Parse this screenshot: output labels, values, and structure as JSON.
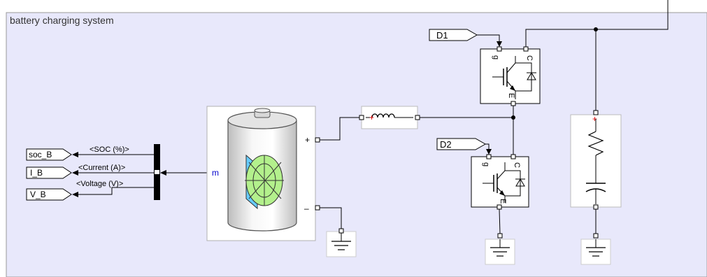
{
  "subsystem": {
    "title": "battery charging system"
  },
  "goto_tags": {
    "soc": "soc_B",
    "current": "I_B",
    "voltage": "V_B"
  },
  "from_tags": {
    "d1": "D1",
    "d2": "D2"
  },
  "bus_selector": {
    "soc_signal": "<SOC (%)>",
    "current_signal": "<Current (A)>",
    "voltage_signal": "<Voltage (V)>"
  },
  "battery": {
    "measurement_port": "m",
    "positive_port": "+",
    "negative_port": "–"
  },
  "igbt": {
    "gate_port": "g",
    "collector_port": "C",
    "emitter_port": "E"
  },
  "colors": {
    "canvas_background": "#e8e8fb",
    "block_fill": "#ffffff",
    "wire": "#000000",
    "measurement_label": "#0000cc",
    "battery_cyan": "#66ccff",
    "battery_green": "#b3f08c"
  }
}
